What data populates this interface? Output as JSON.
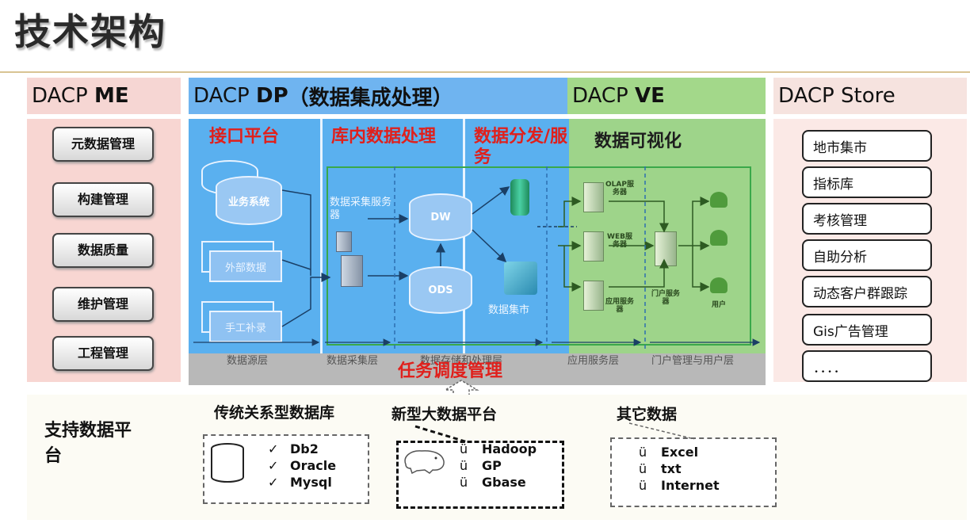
{
  "page_title": "技术架构",
  "columns": {
    "me": {
      "prefix": "DACP ",
      "strong": "ME"
    },
    "dp": {
      "prefix": "DACP ",
      "strong": "DP",
      "suffix": "（数据集成处理）"
    },
    "ve": {
      "prefix": "DACP ",
      "strong": "VE"
    },
    "store": {
      "label": "DACP Store"
    }
  },
  "me_items": [
    "元数据管理",
    "构建管理",
    "数据质量",
    "维护管理",
    "工程管理"
  ],
  "dp": {
    "sections": [
      "接口平台",
      "库内数据处理",
      "数据分发/服务"
    ],
    "interface": {
      "sources": [
        "业务系统",
        "外部数据",
        "手工补录"
      ]
    },
    "inner": {
      "collector": "数据采集服务器",
      "dw": "DW",
      "ods": "ODS"
    },
    "dist": {
      "mart": "数据集市"
    }
  },
  "ve": {
    "title": "数据可视化",
    "servers": [
      "OLAP服务器",
      "WEB服务器",
      "应用服务器"
    ],
    "portal": "门户服务器",
    "user": "用户"
  },
  "layers": [
    "数据源层",
    "数据采集层",
    "数据存储和处理层",
    "应用服务层",
    "门户管理与用户层"
  ],
  "scheduler": "任务调度管理",
  "store_items": [
    "地市集市",
    "指标库",
    "考核管理",
    "自助分析",
    "动态客户群跟踪",
    "Gis广告管理",
    "．．．．"
  ],
  "support": {
    "label": "支持数据平台",
    "groups": [
      {
        "title": "传统关系型数据库",
        "mark": "✓",
        "items": [
          "Db2",
          "Oracle",
          "Mysql"
        ]
      },
      {
        "title": "新型大数据平台",
        "mark": "ü",
        "items": [
          "Hadoop",
          "GP",
          "Gbase"
        ]
      },
      {
        "title": "其它数据",
        "mark": "ü",
        "items": [
          "Excel",
          "txt",
          "Internet"
        ]
      }
    ]
  },
  "colors": {
    "dp_blue": "#5ab0ef",
    "ve_green": "#9ed48a",
    "me_pink": "#f8d6d2",
    "accent_red": "#e0201c"
  }
}
